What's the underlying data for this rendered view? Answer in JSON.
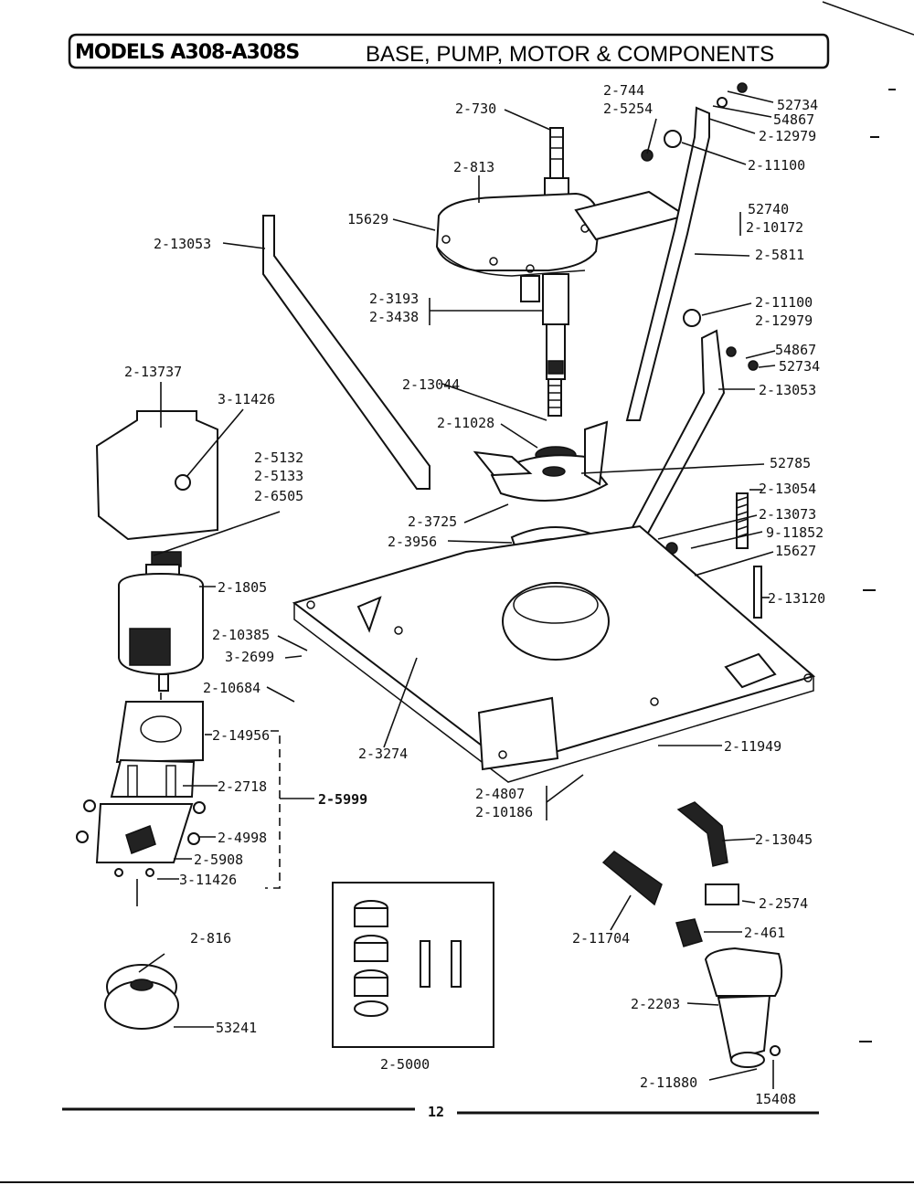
{
  "header": {
    "models": "MODELS A308-A308S",
    "section_title": "BASE, PUMP, MOTOR & COMPONENTS"
  },
  "footer": {
    "page_number": "12"
  },
  "callouts": {
    "c_2_730": "2-730",
    "c_2_744": "2-744",
    "c_2_5254": "2-5254",
    "c_52734_top": "52734",
    "c_54867_top": "54867",
    "c_2_12979_top": "2-12979",
    "c_2_11100_top": "2-11100",
    "c_2_813": "2-813",
    "c_15629": "15629",
    "c_52740": "52740",
    "c_2_10172": "2-10172",
    "c_2_13053_left": "2-13053",
    "c_2_5811": "2-5811",
    "c_2_3193": "2-3193",
    "c_2_3438": "2-3438",
    "c_2_11100_mid": "2-11100",
    "c_2_12979_mid": "2-12979",
    "c_54867_mid": "54867",
    "c_52734_mid": "52734",
    "c_2_13737": "2-13737",
    "c_3_11426_top": "3-11426",
    "c_2_13044": "2-13044",
    "c_2_13053_right": "2-13053",
    "c_2_11028": "2-11028",
    "c_2_5132": "2-5132",
    "c_2_5133": "2-5133",
    "c_2_6505": "2-6505",
    "c_52785": "52785",
    "c_2_13054": "2-13054",
    "c_2_3725": "2-3725",
    "c_2_13073": "2-13073",
    "c_9_11852": "9-11852",
    "c_2_3956": "2-3956",
    "c_15627": "15627",
    "c_2_1805": "2-1805",
    "c_2_13120": "2-13120",
    "c_2_10385": "2-10385",
    "c_3_2699": "3-2699",
    "c_2_10684": "2-10684",
    "c_2_14956": "2-14956",
    "c_2_3274": "2-3274",
    "c_2_11949": "2-11949",
    "c_2_2718": "2-2718",
    "c_2_5999": "2-5999",
    "c_2_4807": "2-4807",
    "c_2_10186": "2-10186",
    "c_2_4998": "2-4998",
    "c_2_5908": "2-5908",
    "c_3_11426_bot": "3-11426",
    "c_2_13045": "2-13045",
    "c_2_2574": "2-2574",
    "c_2_816": "2-816",
    "c_2_11704": "2-11704",
    "c_2_461": "2-461",
    "c_2_2203": "2-2203",
    "c_53241": "53241",
    "c_2_5000": "2-5000",
    "c_2_11880": "2-11880",
    "c_15408": "15408"
  }
}
